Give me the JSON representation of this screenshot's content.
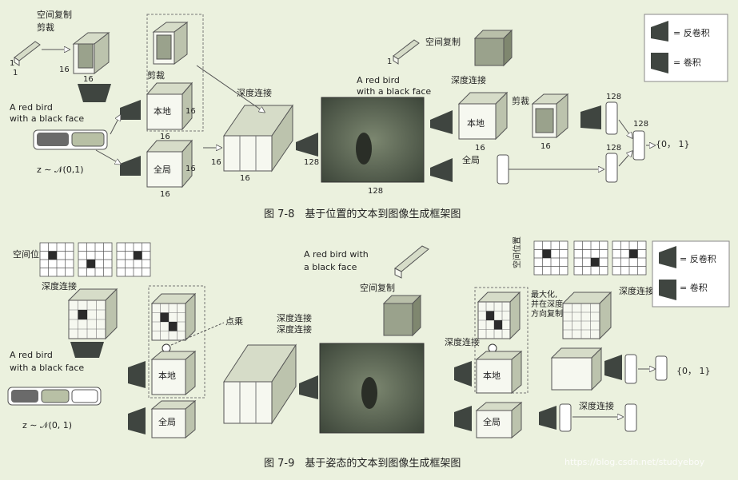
{
  "fig1": {
    "label_spatial_copy_a": "空间复制",
    "label_crop_a": "剪裁",
    "label_crop_b": "剪裁",
    "label_text_line1": "A red bird",
    "label_text_line2": "with a black face",
    "label_noise": "z ∼ 𝒩(0,1)",
    "label_local": "本地",
    "label_global": "全局",
    "label_depth_concat": "深度连接",
    "label_depth_concat_b": "深度连接",
    "label_spatial_copy_b": "空间复制",
    "label_image_text1": "A red bird",
    "label_image_text2": "with a black face",
    "label_local_b": "本地",
    "label_global_b": "全局",
    "label_output": "{0， 1}",
    "dims": {
      "n1": "1",
      "n1b": "1",
      "n16": "16",
      "n128": "128"
    },
    "caption": "图 7-8　基于位置的文本到图像生成框架图"
  },
  "fig2": {
    "label_spatial_pos": "空间位置",
    "label_spatial_pos_v": "空间位置",
    "label_depth_concat1": "深度连接",
    "label_depth_concat2": "深度连接",
    "label_depth_concat3": "深度连接",
    "label_depth_concat4": "深度连接",
    "label_depth_concat5": "深度连接",
    "label_max": "最大化,",
    "label_max2": "并在深度",
    "label_max3": "方向复制",
    "label_pointwise": "点乘",
    "label_text_line1": "A red bird",
    "label_text_line2": "with a black face",
    "label_text_b1": "A red bird with",
    "label_text_b2": "a black face",
    "label_spatial_copy": "空间复制",
    "label_noise": "z ∼ 𝒩(0, 1)",
    "label_local": "本地",
    "label_global": "全局",
    "label_local_b": "本地",
    "label_global_b": "全局",
    "label_output": "{0， 1}",
    "caption": "图 7-9　基于姿态的文本到图像生成框架图"
  },
  "legend": {
    "deconv": "= 反卷积",
    "conv": "= 卷积"
  },
  "watermark": "https://blog.csdn.net/studyeboy"
}
